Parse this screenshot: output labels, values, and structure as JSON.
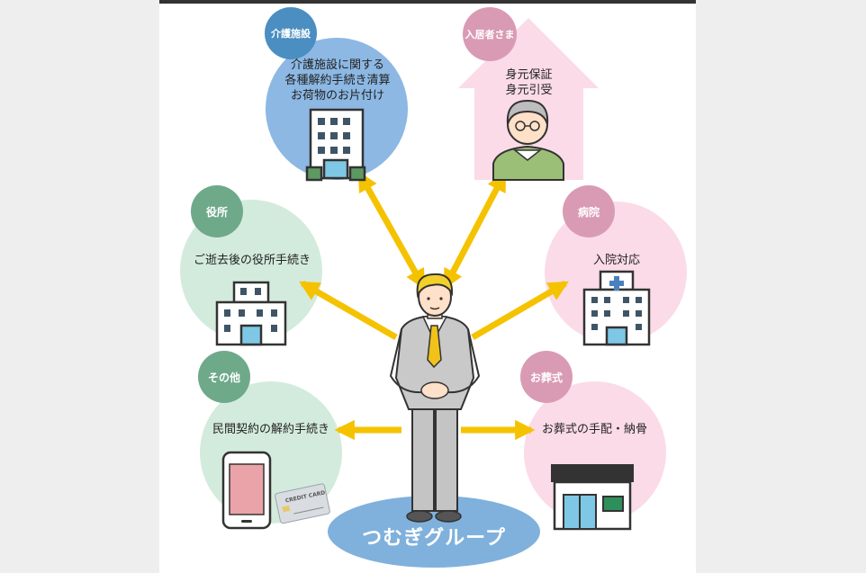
{
  "colors": {
    "arrow": "#f5c200",
    "blue_circle": "#8cb8e3",
    "blue_badge": "#4a8ec2",
    "green_circle": "#d3ebdc",
    "green_badge": "#6ea98a",
    "pink_circle": "#fbdbe8",
    "pink_badge": "#d99bb3",
    "brand_ellipse": "#7fb1dc"
  },
  "nodes": {
    "care_facility": {
      "badge": "介護施設",
      "text": "介護施設に関する\n各種解約手続き清算\nお荷物のお片付け"
    },
    "resident": {
      "badge": "入居者さま",
      "text": "身元保証\n身元引受"
    },
    "city_office": {
      "badge": "役所",
      "text": "ご逝去後の役所手続き"
    },
    "hospital": {
      "badge": "病院",
      "text": "入院対応"
    },
    "other": {
      "badge": "その他",
      "text": "民間契約の解約手続き"
    },
    "funeral": {
      "badge": "お葬式",
      "text": "お葬式の手配・納骨"
    }
  },
  "center": {
    "brand": "つむぎグループ",
    "card_text": "CREDIT CARD"
  },
  "icons": [
    "office-building-icon",
    "elderly-person-icon",
    "city-office-icon",
    "hospital-building-icon",
    "smartphone-icon",
    "credit-card-icon",
    "funeral-hall-icon",
    "businessman-icon"
  ]
}
